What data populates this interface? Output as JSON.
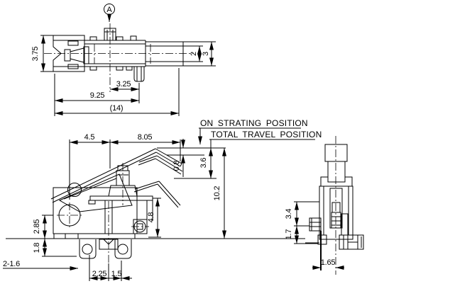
{
  "detail_marker": {
    "label": "A"
  },
  "notes": {
    "on_position": "ON STRATING POSITION",
    "total_position": "TOTAL TRAVEL POSITION"
  },
  "top_view": {
    "height": "3.75",
    "plunger_to_terminal": "3.25",
    "left_to_terminal": "9.25",
    "overall_length": "(14)",
    "bar_inner_height": "2",
    "bar_outer_height": "3"
  },
  "side_view": {
    "hole_to_plunger": "4.5",
    "plunger_to_tip": "8.05",
    "pretravel": "0.8",
    "overtravel": "3.6",
    "free_height": "10.2",
    "terminal_drop": "4.8",
    "body_upper": "2.85",
    "body_lower": "1.8",
    "terminal_holes": "2-1.6",
    "pitch_left": "2.25",
    "pitch_right": "1.5"
  },
  "end_view": {
    "upper_height": "3.4",
    "lower_height": "1.7",
    "center_offset": "1.65"
  }
}
